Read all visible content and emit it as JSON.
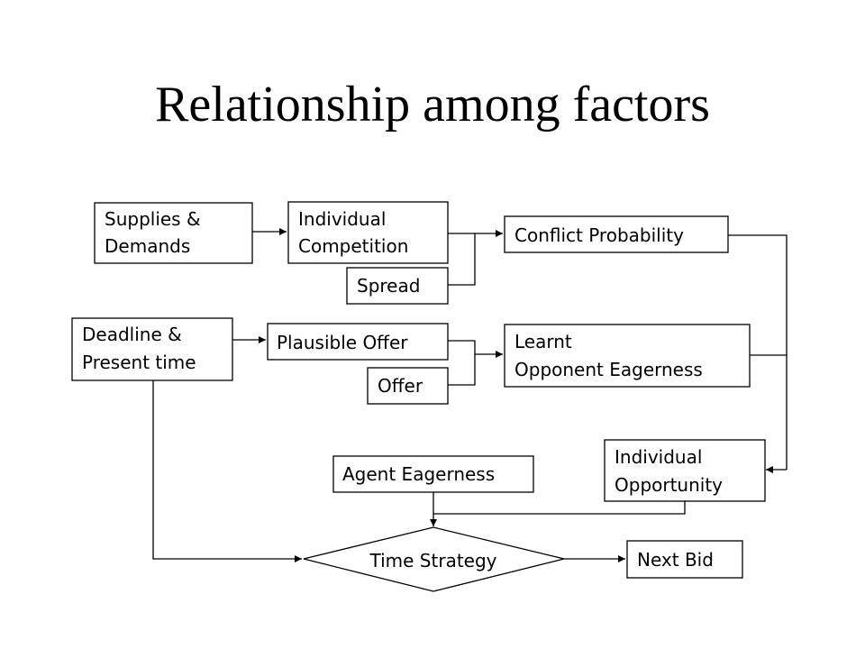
{
  "title": "Relationship among factors",
  "nodes": {
    "supplies_demands": [
      "Supplies &",
      "Demands"
    ],
    "individual_competition": [
      "Individual",
      "Competition"
    ],
    "spread": [
      "Spread"
    ],
    "conflict_probability": [
      "Conflict Probability"
    ],
    "deadline_present_time": [
      "Deadline &",
      "Present time"
    ],
    "plausible_offer": [
      "Plausible Offer"
    ],
    "offer": [
      "Offer"
    ],
    "learnt_opponent_eagerness": [
      "Learnt",
      "Opponent Eagerness"
    ],
    "agent_eagerness": [
      "Agent Eagerness"
    ],
    "individual_opportunity": [
      "Individual",
      "Opportunity"
    ],
    "time_strategy": [
      "Time Strategy"
    ],
    "next_bid": [
      "Next Bid"
    ]
  }
}
